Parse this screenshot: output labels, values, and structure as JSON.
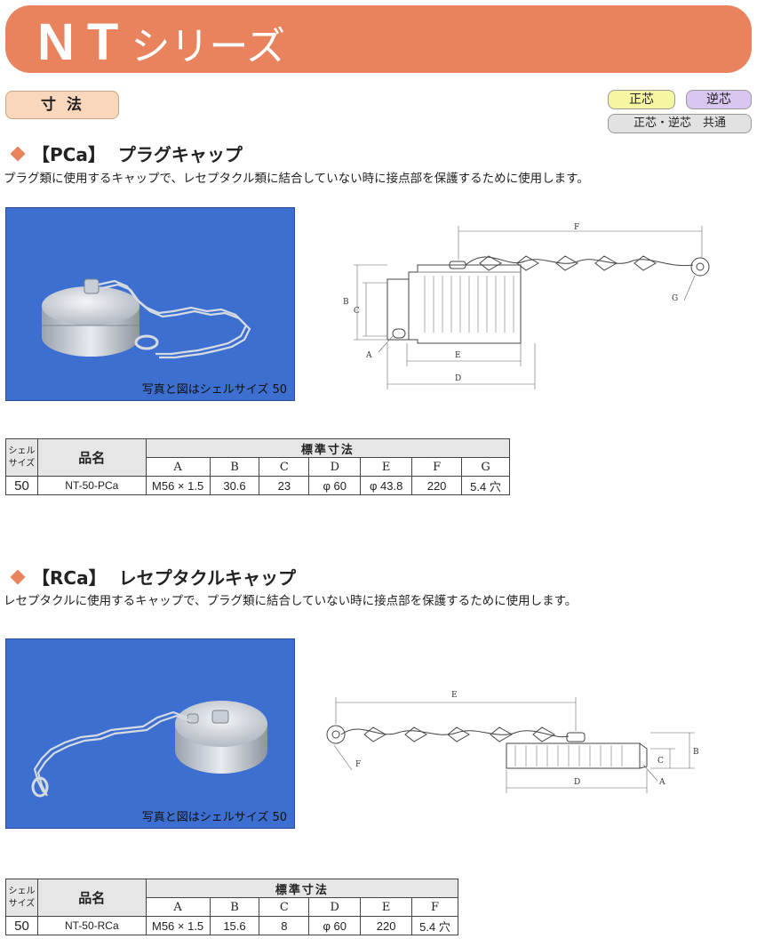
{
  "banner": {
    "series_latin": "NT",
    "series_kana": "シリーズ"
  },
  "section_tab": "寸法",
  "legend": {
    "positive": "正芯",
    "reverse": "逆芯",
    "common": "正芯・逆芯　共通"
  },
  "pca": {
    "heading_code": "【PCa】",
    "heading_name": "プラグキャップ",
    "description": "プラグ類に使用するキャップで、レセプタクル類に結合していない時に接点部を保護するために使用します。",
    "photo_caption": "写真と図はシェルサイズ 50",
    "drawing_labels": {
      "A": "A",
      "B": "B",
      "C": "C",
      "D": "D",
      "E": "E",
      "F": "F",
      "G": "G"
    },
    "table": {
      "shell_size_label": "シェルサイズ",
      "product_name_label": "品名",
      "standard_dims_label": "標準寸法",
      "columns": [
        "A",
        "B",
        "C",
        "D",
        "E",
        "F",
        "G"
      ],
      "row": {
        "size": "50",
        "name": "NT-50-PCa",
        "values": [
          "M56 × 1.5",
          "30.6",
          "23",
          "φ 60",
          "φ 43.8",
          "220",
          "5.4 穴"
        ]
      }
    }
  },
  "rca": {
    "heading_code": "【RCa】",
    "heading_name": "レセプタクルキャップ",
    "description": "レセプタクルに使用するキャップで、プラグ類に結合していない時に接点部を保護するために使用します。",
    "photo_caption": "写真と図はシェルサイズ 50",
    "drawing_labels": {
      "A": "A",
      "B": "B",
      "C": "C",
      "D": "D",
      "E": "E",
      "F": "F"
    },
    "table": {
      "shell_size_label": "シェルサイズ",
      "product_name_label": "品名",
      "standard_dims_label": "標準寸法",
      "columns": [
        "A",
        "B",
        "C",
        "D",
        "E",
        "F"
      ],
      "row": {
        "size": "50",
        "name": "NT-50-RCa",
        "values": [
          "M56 × 1.5",
          "15.6",
          "8",
          "φ 60",
          "220",
          "5.4 穴"
        ]
      }
    }
  },
  "colors": {
    "banner": "#e8835e",
    "tab": "#f8d7bc",
    "photo_bg": "#3d6fd1",
    "positive": "#f6f5a2",
    "reverse": "#d9c6f1",
    "common": "#e2e2e2"
  }
}
